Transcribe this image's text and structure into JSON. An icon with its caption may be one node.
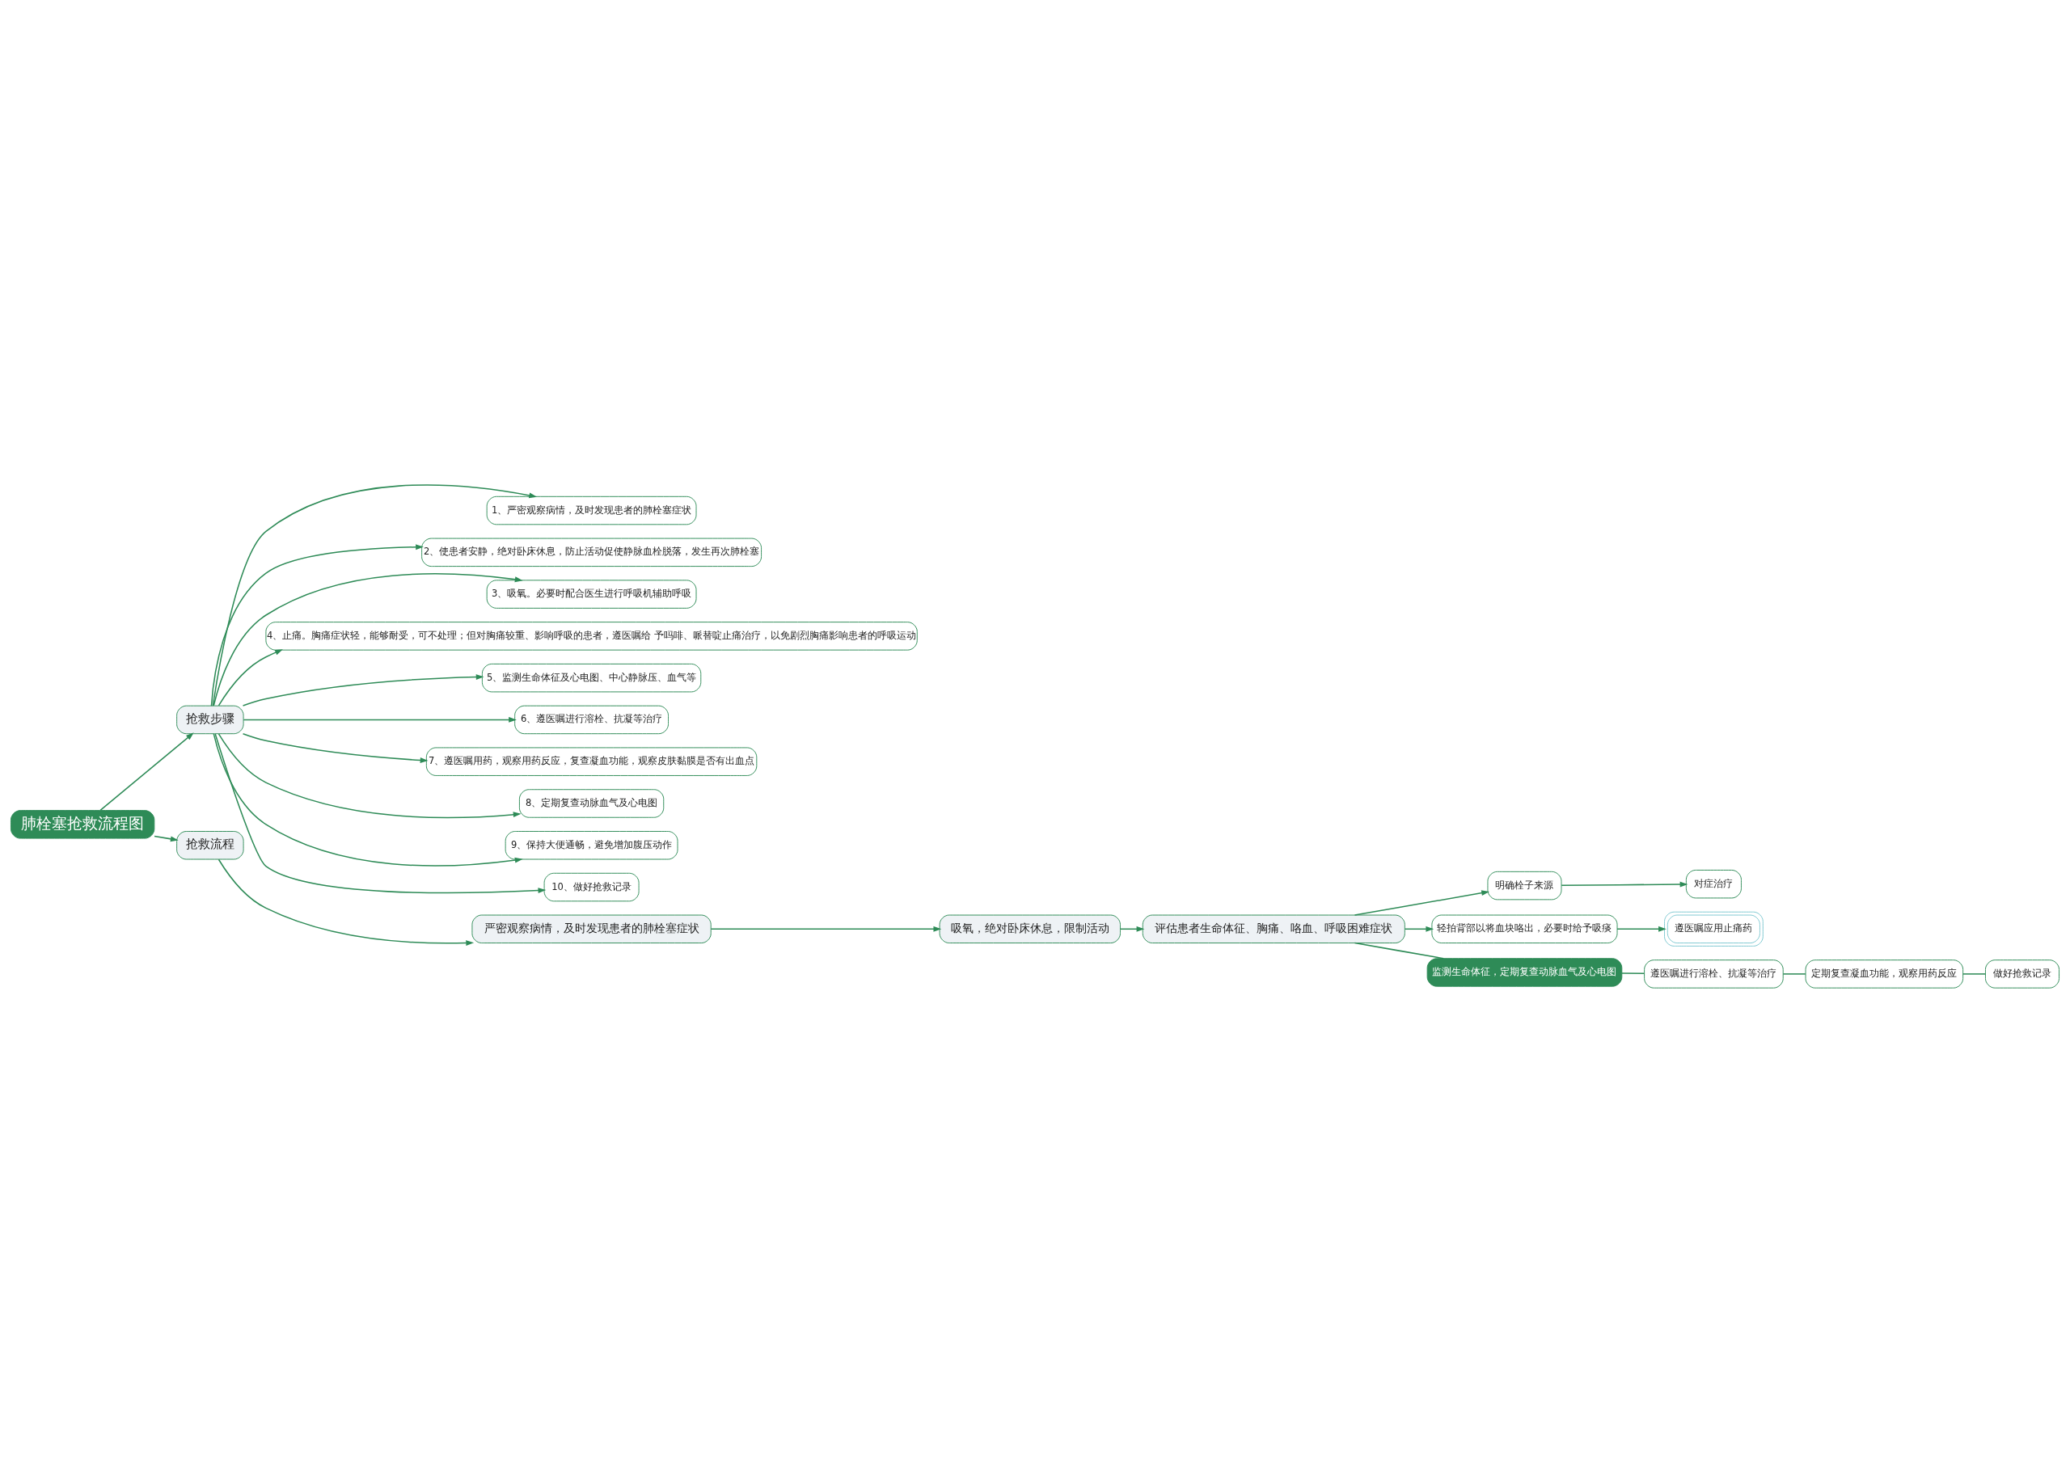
{
  "diagram": {
    "nodes": [
      {
        "text": [
          "肺栓塞抢救流程图"
        ]
      },
      {
        "text": [
          "抢救步骤"
        ]
      },
      {
        "text": [
          "1、严密观察病情，及时发现患者的肺栓塞症状"
        ]
      },
      {
        "text": [
          "2、使患者安静，绝对卧床休息，防止活动促使静脉血栓脱落，发生再次肺栓塞"
        ]
      },
      {
        "text": [
          "3、吸氧。必要时配合医生进行呼吸机辅助呼吸"
        ]
      },
      {
        "text": [
          "4、止痛。胸痛症状轻，能够耐受，可不处理；但对胸痛较重、影响呼吸的患者，遵医嘱给 予吗啡、哌替啶止痛治疗，以免剧烈胸痛影响患者的呼吸运动"
        ]
      },
      {
        "text": [
          "5、监测生命体征及心电图、中心静脉压、血气等"
        ]
      },
      {
        "text": [
          "6、遵医嘱进行溶栓、抗凝等治疗"
        ]
      },
      {
        "text": [
          "7、遵医嘱用药，观察用药反应，复查凝血功能，观察皮肤黏膜是否有出血点"
        ]
      },
      {
        "text": [
          "8、定期复查动脉血气及心电图"
        ]
      },
      {
        "text": [
          "9、保持大便通畅，避免增加腹压动作"
        ]
      },
      {
        "text": [
          "10、做好抢救记录"
        ]
      },
      {
        "text": [
          "抢救流程"
        ]
      },
      {
        "text": [
          "严密观察病情，及时发现患者的肺栓塞症状"
        ]
      },
      {
        "text": [
          "吸氧，绝对卧床休息，限制活动"
        ]
      },
      {
        "text": [
          "评估患者生命体征、胸痛、咯血、呼吸困难症状"
        ]
      },
      {
        "text": [
          "明确栓子来源"
        ]
      },
      {
        "text": [
          "对症治疗"
        ]
      },
      {
        "text": [
          "轻拍背部以将血块咯出，必要时给予吸痰"
        ]
      },
      {
        "text": [
          "遵医嘱应用止痛药"
        ]
      },
      {
        "text": [
          "监测生命体征，定期复查动脉血气及心电图"
        ]
      },
      {
        "text": [
          "遵医嘱进行溶栓、抗凝等治疗"
        ]
      },
      {
        "text": [
          "定期复查凝血功能，观察用药反应"
        ]
      },
      {
        "text": [
          "做好抢救记录"
        ]
      }
    ],
    "edges": [
      {
        "from": 0,
        "to": 1,
        "arrow": "to"
      },
      {
        "from": 0,
        "to": 12,
        "arrow": "to"
      },
      {
        "from": 1,
        "to": 2,
        "arrow": "to"
      },
      {
        "from": 1,
        "to": 3,
        "arrow": "to"
      },
      {
        "from": 1,
        "to": 4,
        "arrow": "to"
      },
      {
        "from": 1,
        "to": 5,
        "arrow": "to"
      },
      {
        "from": 1,
        "to": 6,
        "arrow": "to"
      },
      {
        "from": 1,
        "to": 7,
        "arrow": "to"
      },
      {
        "from": 1,
        "to": 8,
        "arrow": "to"
      },
      {
        "from": 1,
        "to": 9,
        "arrow": "to"
      },
      {
        "from": 1,
        "to": 10,
        "arrow": "to"
      },
      {
        "from": 1,
        "to": 11,
        "arrow": "to"
      },
      {
        "from": 12,
        "to": 13,
        "arrow": "to"
      },
      {
        "from": 13,
        "to": 14,
        "arrow": "to"
      },
      {
        "from": 14,
        "to": 15,
        "arrow": "to"
      },
      {
        "from": 15,
        "to": 16,
        "arrow": "to"
      },
      {
        "from": 16,
        "to": 17,
        "arrow": "to"
      },
      {
        "from": 15,
        "to": 18,
        "arrow": "to"
      },
      {
        "from": 18,
        "to": 19,
        "arrow": "to"
      },
      {
        "from": 15,
        "to": 20,
        "arrow": "none"
      },
      {
        "from": 20,
        "to": 21,
        "arrow": "none"
      },
      {
        "from": 21,
        "to": 22,
        "arrow": "none"
      },
      {
        "from": 22,
        "to": 23,
        "arrow": "none"
      }
    ]
  }
}
